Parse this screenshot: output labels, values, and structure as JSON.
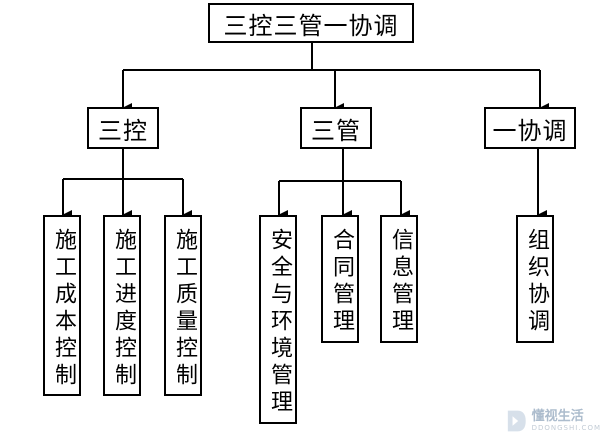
{
  "diagram": {
    "root": "三控三管一协调",
    "groups": [
      {
        "label": "三控",
        "children": [
          "施工成本控制",
          "施工进度控制",
          "施工质量控制"
        ]
      },
      {
        "label": "三管",
        "children": [
          "安全与环境管理",
          "合同管理",
          "信息管理"
        ]
      },
      {
        "label": "一协调",
        "children": [
          "组织协调"
        ]
      }
    ]
  },
  "watermark": {
    "text_cn": "懂视生活",
    "text_en": "DDONGSHI.COM"
  },
  "colors": {
    "line": "#000000",
    "box_border": "#000000",
    "watermark_blue": "#8aa0b8"
  }
}
